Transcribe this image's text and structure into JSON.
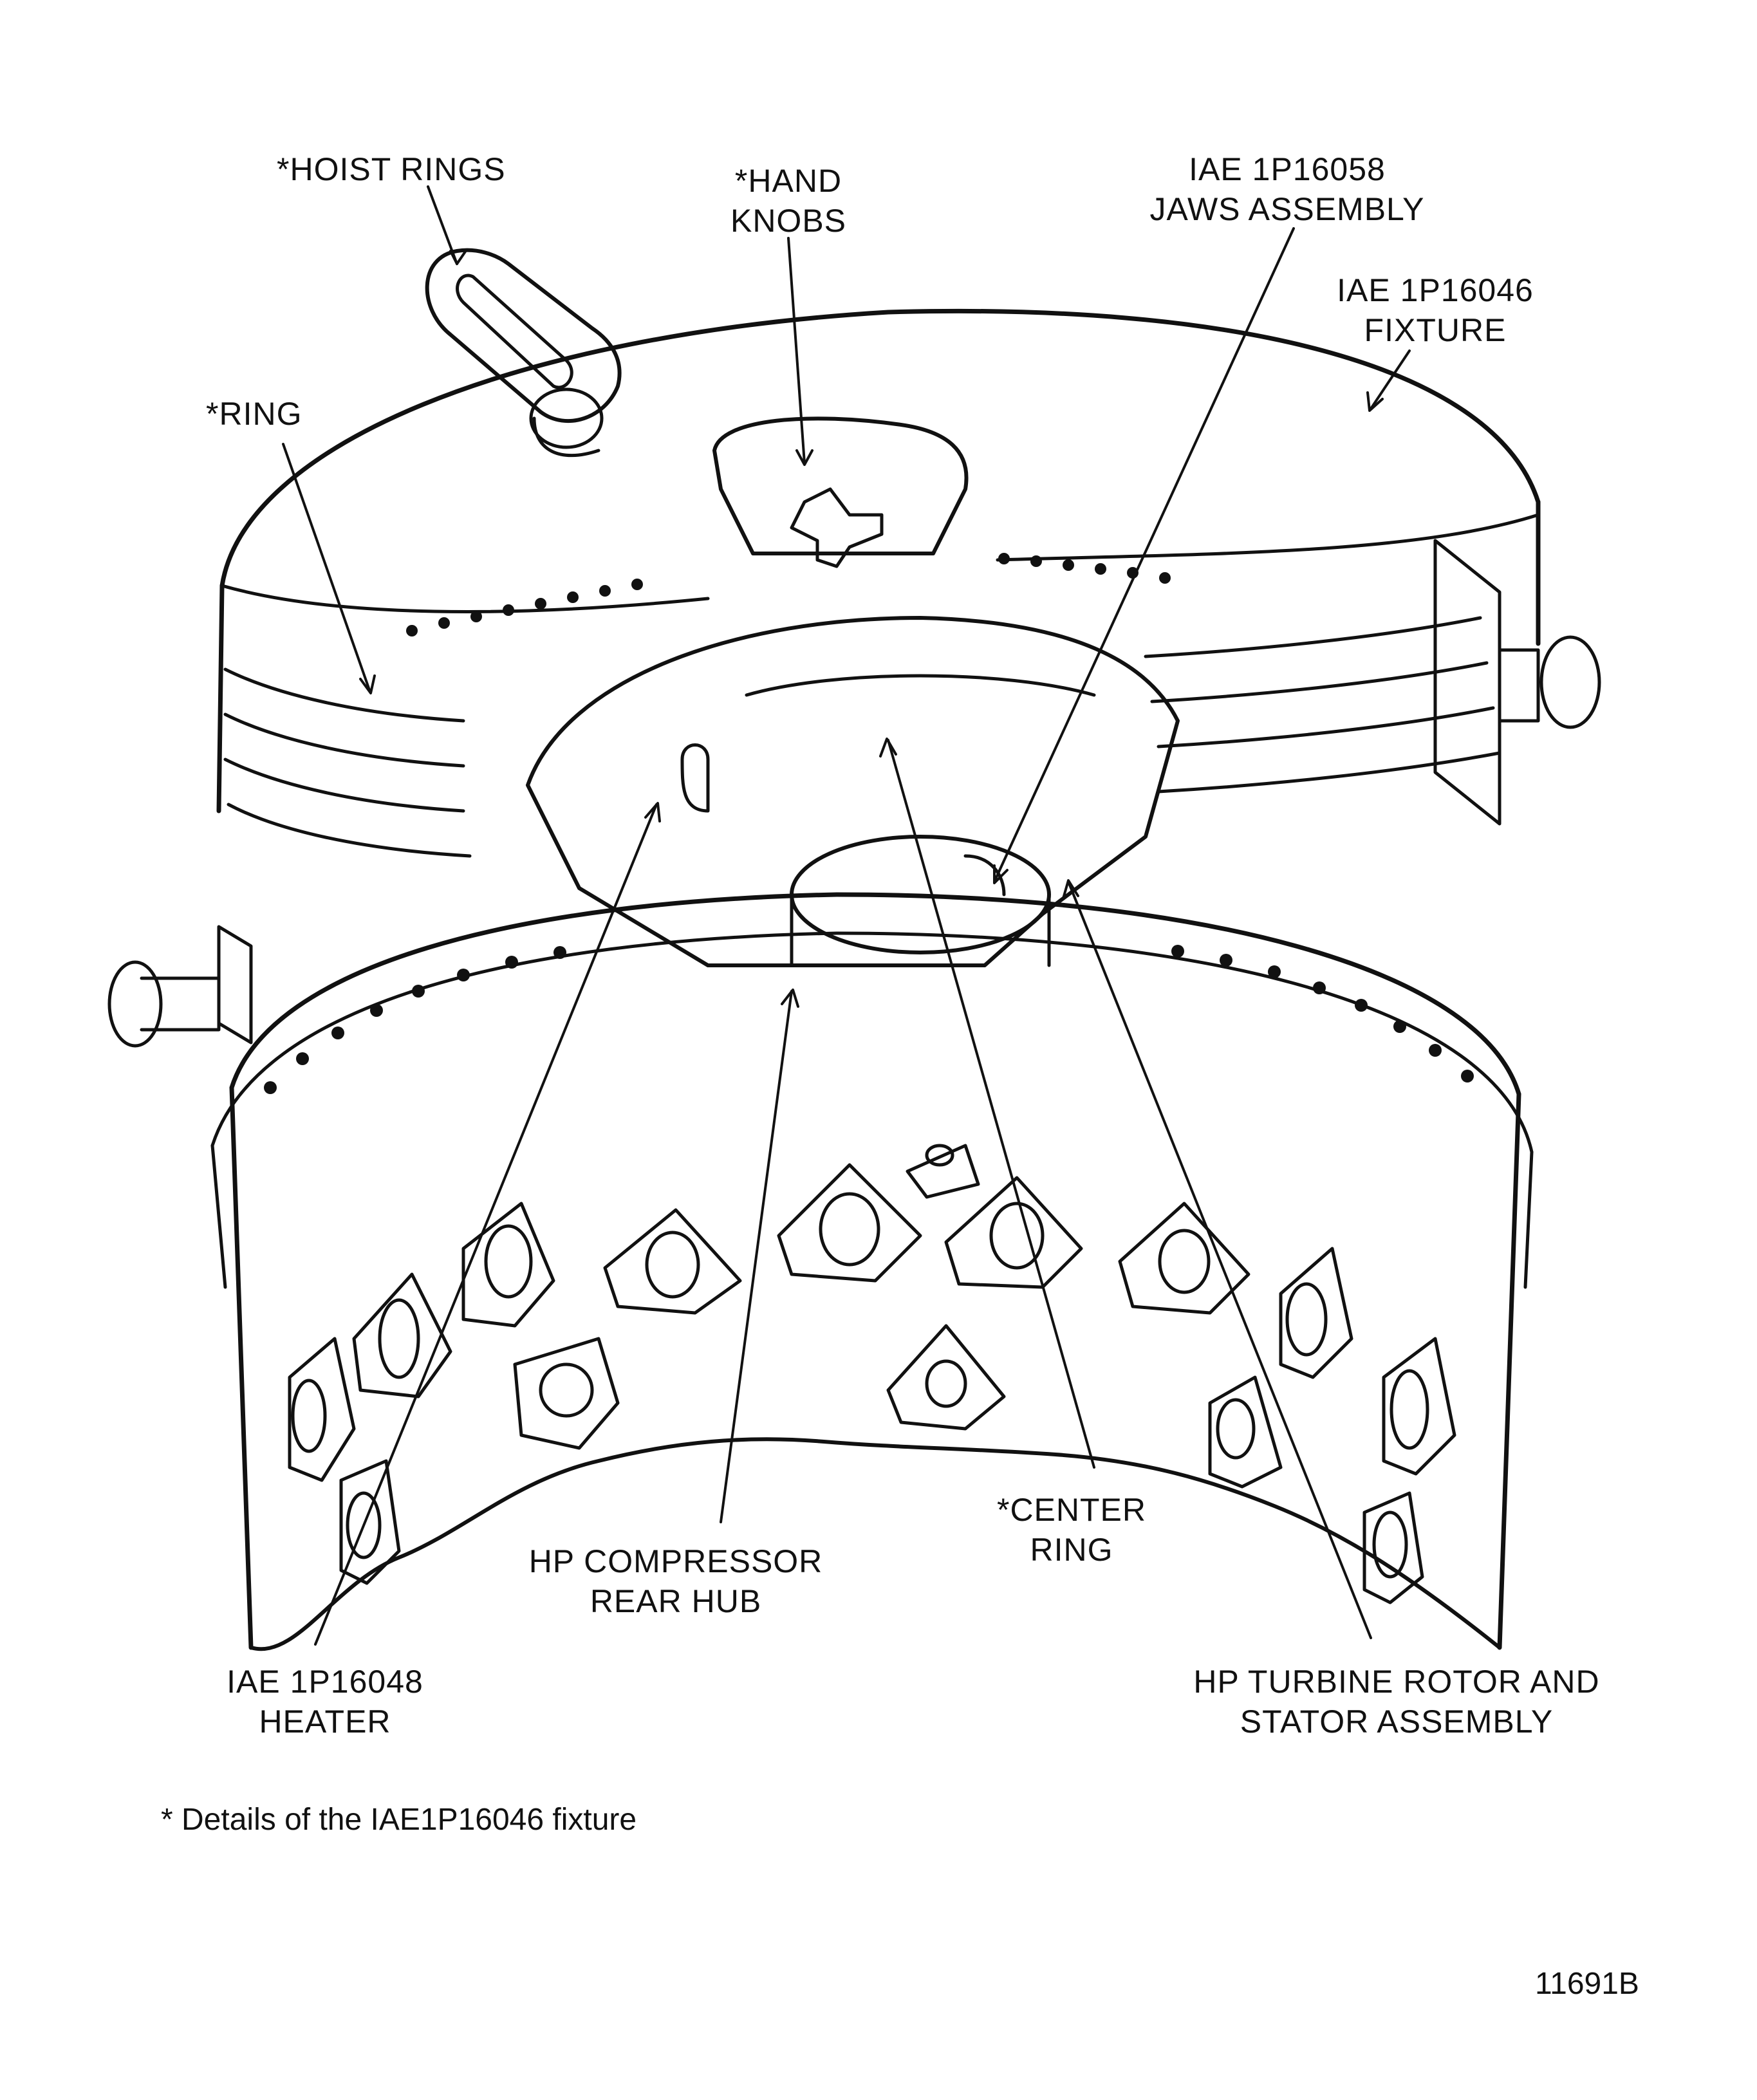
{
  "callouts": {
    "hoist_rings": "*HOIST RINGS",
    "hand_knobs_1": "*HAND",
    "hand_knobs_2": "KNOBS",
    "jaws_1": "IAE 1P16058",
    "jaws_2": "JAWS ASSEMBLY",
    "fixture_1": "IAE 1P16046",
    "fixture_2": "FIXTURE",
    "ring": "*RING",
    "center_ring_1": "*CENTER",
    "center_ring_2": "RING",
    "hub_1": "HP COMPRESSOR",
    "hub_2": "REAR HUB",
    "heater_1": "IAE 1P16048",
    "heater_2": "HEATER",
    "turbine_1": "HP TURBINE ROTOR AND",
    "turbine_2": "STATOR ASSEMBLY"
  },
  "footnote": "* Details of the IAE1P16046 fixture",
  "figure_id": "11691B"
}
